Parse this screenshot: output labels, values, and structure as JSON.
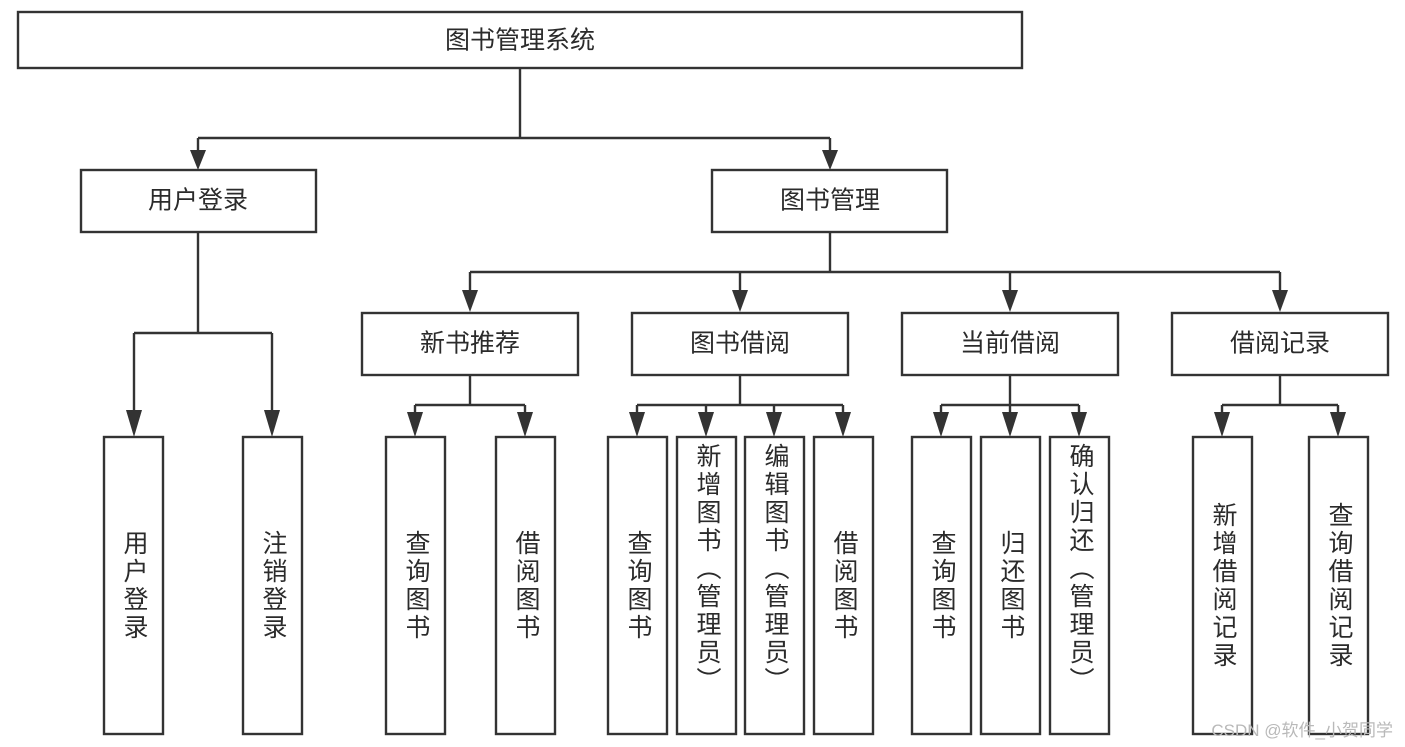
{
  "diagram": {
    "type": "tree",
    "title": "图书管理系统",
    "watermark": "CSDN @软件_小贺同学",
    "colors": {
      "stroke": "#333333",
      "box_fill": "#ffffff",
      "text": "#2b2b2b",
      "background": "#ffffff",
      "watermark": "#b9b9b9"
    },
    "levels": {
      "root": "图书管理系统",
      "level2": [
        "用户登录",
        "图书管理"
      ],
      "level3": [
        "新书推荐",
        "图书借阅",
        "当前借阅",
        "借阅记录"
      ]
    },
    "nodes": {
      "root": {
        "label": "图书管理系统"
      },
      "user_login": {
        "label": "用户登录"
      },
      "book_manage": {
        "label": "图书管理"
      },
      "new_book_rec": {
        "label": "新书推荐"
      },
      "book_borrow": {
        "label": "图书借阅"
      },
      "current_borrow": {
        "label": "当前借阅"
      },
      "borrow_record": {
        "label": "借阅记录"
      }
    },
    "leaves": {
      "user_login": [
        "用户登录",
        "注销登录"
      ],
      "new_book_rec": [
        "查询图书",
        "借阅图书"
      ],
      "book_borrow": [
        "查询图书",
        "新增图书（管理员）",
        "编辑图书（管理员）",
        "借阅图书"
      ],
      "current_borrow": [
        "查询图书",
        "归还图书",
        "确认归还（管理员）"
      ],
      "borrow_record": [
        "新增借阅记录",
        "查询借阅记录"
      ]
    },
    "edges": [
      {
        "from": "图书管理系统",
        "to": "用户登录"
      },
      {
        "from": "图书管理系统",
        "to": "图书管理"
      },
      {
        "from": "图书管理",
        "to": "新书推荐"
      },
      {
        "from": "图书管理",
        "to": "图书借阅"
      },
      {
        "from": "图书管理",
        "to": "当前借阅"
      },
      {
        "from": "图书管理",
        "to": "借阅记录"
      },
      {
        "from": "用户登录",
        "to": "用户登录"
      },
      {
        "from": "用户登录",
        "to": "注销登录"
      },
      {
        "from": "新书推荐",
        "to": "查询图书"
      },
      {
        "from": "新书推荐",
        "to": "借阅图书"
      },
      {
        "from": "图书借阅",
        "to": "查询图书"
      },
      {
        "from": "图书借阅",
        "to": "新增图书（管理员）"
      },
      {
        "from": "图书借阅",
        "to": "编辑图书（管理员）"
      },
      {
        "from": "图书借阅",
        "to": "借阅图书"
      },
      {
        "from": "当前借阅",
        "to": "查询图书"
      },
      {
        "from": "当前借阅",
        "to": "归还图书"
      },
      {
        "from": "当前借阅",
        "to": "确认归还（管理员）"
      },
      {
        "from": "借阅记录",
        "to": "新增借阅记录"
      },
      {
        "from": "借阅记录",
        "to": "查询借阅记录"
      }
    ]
  }
}
